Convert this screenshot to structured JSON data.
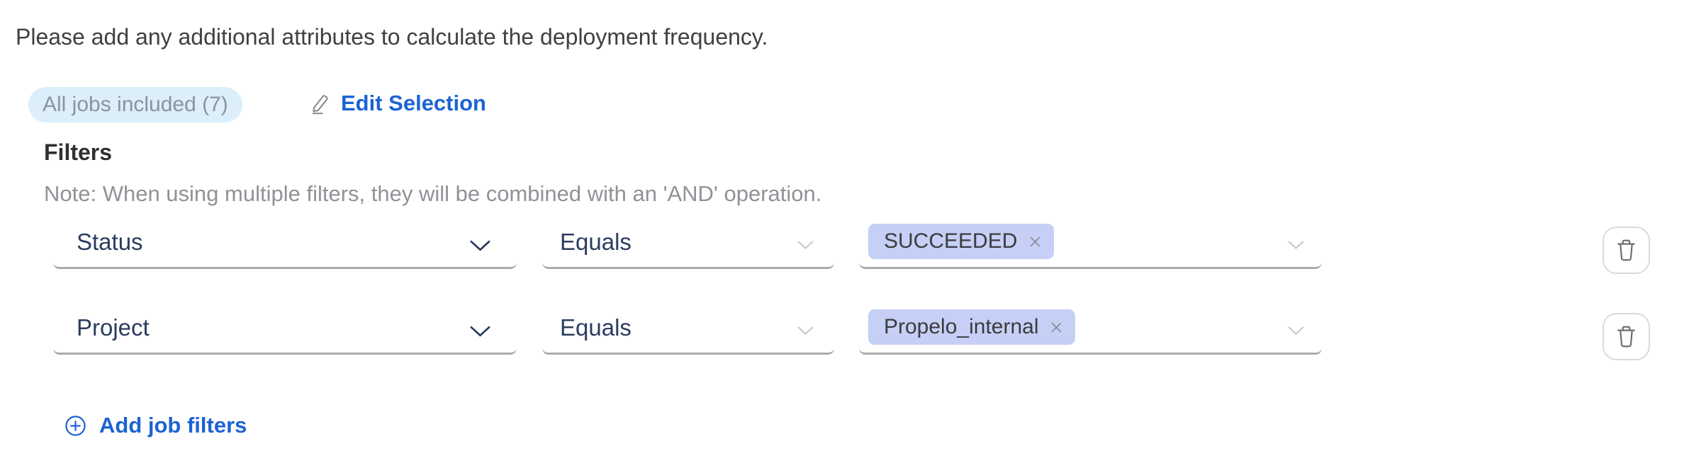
{
  "intro": "Please add any additional attributes to calculate the deployment frequency.",
  "jobs_summary": {
    "badge": "All jobs included (7)",
    "edit_action": "Edit Selection"
  },
  "filters": {
    "heading": "Filters",
    "note": "Note: When using multiple filters, they will be combined with an 'AND' operation.",
    "rows": [
      {
        "attribute": "Status",
        "operator": "Equals",
        "value": "SUCCEEDED"
      },
      {
        "attribute": "Project",
        "operator": "Equals",
        "value": "Propelo_internal"
      }
    ],
    "add_action": "Add job filters"
  },
  "colors": {
    "accent": "#1c63d4",
    "badge_bg": "#dbeefa",
    "tag_bg": "#c6cff5",
    "field_text": "#2b3c5e",
    "underline": "#a9abae"
  }
}
